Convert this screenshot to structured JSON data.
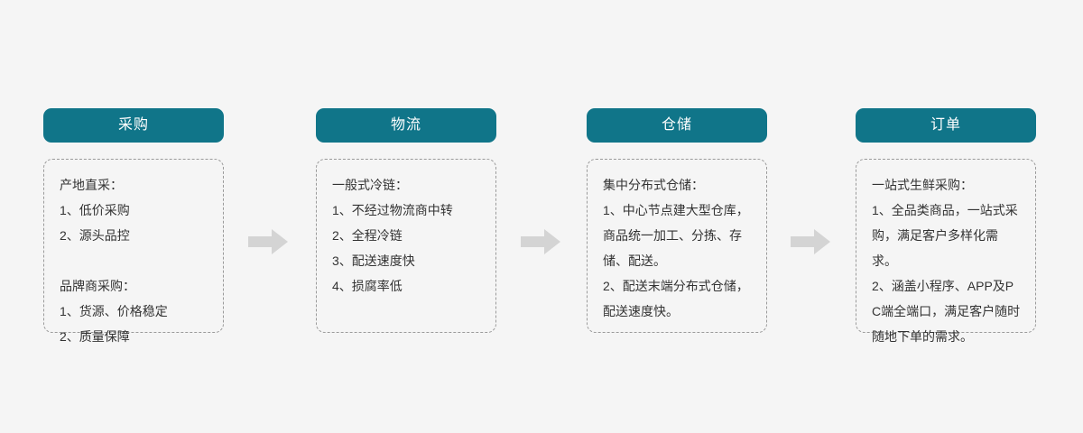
{
  "canvas": {
    "background": "#f5f5f5",
    "accent": "#107589",
    "arrow_color": "#d4d4d4",
    "border_color": "#9a9a9a",
    "text_color": "#333333"
  },
  "flow": {
    "arrow_icon": "arrow-right-icon",
    "steps": [
      {
        "id": "procurement",
        "title": "采购",
        "groups": [
          {
            "heading": "产地直采：",
            "items": [
              "1、低价采购",
              "2、源头品控"
            ]
          },
          {
            "heading": "品牌商采购：",
            "items": [
              "1、货源、价格稳定",
              "2、质量保障"
            ]
          }
        ]
      },
      {
        "id": "logistics",
        "title": "物流",
        "groups": [
          {
            "heading": "一般式冷链：",
            "items": [
              "1、不经过物流商中转",
              "2、全程冷链",
              "3、配送速度快",
              "4、损腐率低"
            ]
          }
        ]
      },
      {
        "id": "warehousing",
        "title": "仓储",
        "groups": [
          {
            "heading": "集中分布式仓储：",
            "items": [
              "1、中心节点建大型仓库，商品统一加工、分拣、存储、配送。",
              "2、配送末端分布式仓储，配送速度快。"
            ]
          }
        ]
      },
      {
        "id": "order",
        "title": "订单",
        "groups": [
          {
            "heading": "一站式生鲜采购：",
            "items": [
              "1、全品类商品，一站式采购，满足客户多样化需求。",
              "2、涵盖小程序、APP及PC端全端口，满足客户随时随地下单的需求。"
            ]
          }
        ]
      }
    ]
  }
}
